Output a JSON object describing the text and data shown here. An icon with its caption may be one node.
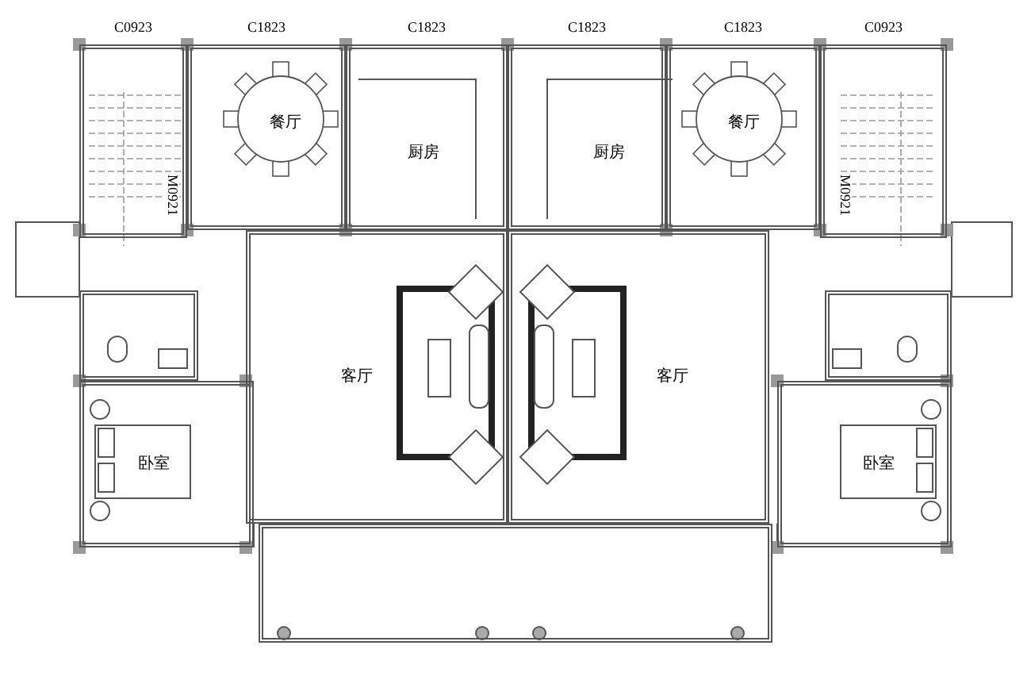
{
  "diagram": {
    "nodes": [
      {
        "text": [],
        "shape": "box",
        "beside": [
          "C0923"
        ]
      },
      {
        "text": [
          "餐厅"
        ],
        "beside": [
          "C1823"
        ]
      },
      {
        "text": [
          "厨房"
        ],
        "beside": [
          "C1823"
        ]
      },
      {
        "text": [
          "厨房"
        ],
        "beside": [
          "C1823"
        ]
      },
      {
        "text": [
          "餐厅"
        ],
        "beside": [
          "C1823"
        ]
      },
      {
        "text": [],
        "shape": "box",
        "beside": [
          "C0923"
        ]
      },
      {
        "text": [],
        "shape": "box"
      },
      {
        "text": [
          "客厅"
        ]
      },
      {
        "text": [
          "客厅"
        ]
      },
      {
        "text": [],
        "shape": "box"
      },
      {
        "text": [
          "卧室"
        ]
      },
      {
        "text": [
          "卧室"
        ]
      },
      {
        "text": [],
        "shape": "box"
      }
    ],
    "labels": [
      "M0921",
      "M0921"
    ]
  }
}
